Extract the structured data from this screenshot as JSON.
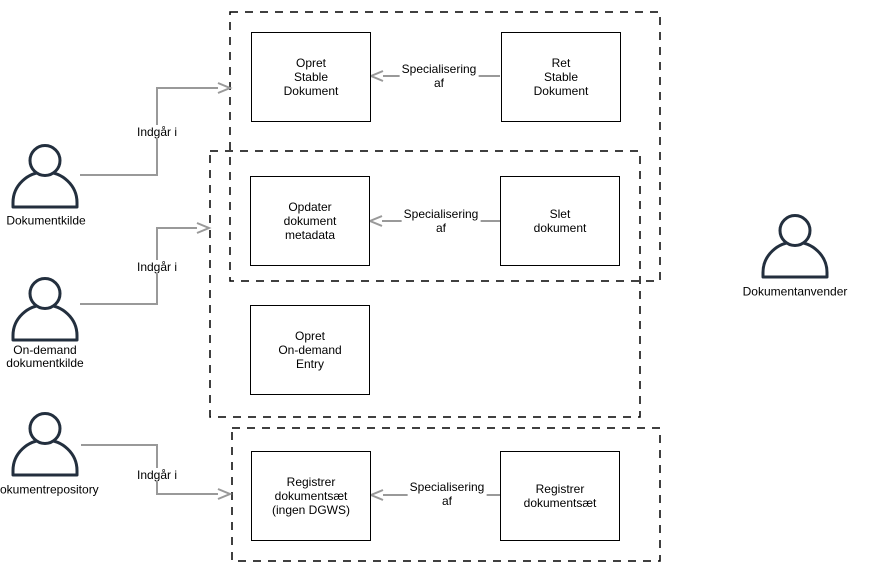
{
  "colors": {
    "background": "#ffffff",
    "actor_outline": "#232f3e",
    "connector": "#999999",
    "shape_border": "#000000",
    "text": "#000000"
  },
  "actors": [
    {
      "name": "dokumentkilde",
      "label": "Dokumentkilde",
      "icon": "person-icon"
    },
    {
      "name": "on-demand-dokumentkilde",
      "label": "On-demand\ndokumentkilde",
      "icon": "person-icon"
    },
    {
      "name": "dokumentrepository",
      "label": "Dokumentrepository",
      "icon": "person-icon"
    },
    {
      "name": "dokumentanvender",
      "label": "Dokumentanvender",
      "icon": "person-icon"
    }
  ],
  "use_cases": [
    {
      "label": "Opret\nStable\nDokument"
    },
    {
      "label": "Ret\nStable\nDokument"
    },
    {
      "label": "Opdater\ndokument\nmetadata"
    },
    {
      "label": "Slet\ndokument"
    },
    {
      "label": "Opret\nOn-demand\nEntry"
    },
    {
      "label": "Registrer\ndokumentsæt\n(ingen DGWS)"
    },
    {
      "label": "Registrer\ndokumentsæt"
    }
  ],
  "edges": [
    {
      "label": "Indgår i"
    },
    {
      "label": "Indgår i"
    },
    {
      "label": "Indgår i"
    },
    {
      "label": "Specialisering\naf"
    },
    {
      "label": "Specialisering\naf"
    },
    {
      "label": "Specialisering\naf"
    }
  ]
}
